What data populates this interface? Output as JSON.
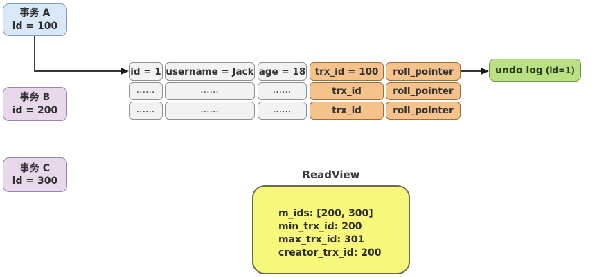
{
  "transactions": [
    {
      "name": "事务 A",
      "id": "id = 100"
    },
    {
      "name": "事务 B",
      "id": "id = 200"
    },
    {
      "name": "事务 C",
      "id": "id = 300"
    }
  ],
  "record_table": {
    "rows": [
      {
        "cells": [
          "id = 1",
          "username = Jack",
          "age = 18",
          "trx_id = 100",
          "roll_pointer"
        ]
      },
      {
        "cells": [
          "......",
          "......",
          "......",
          "trx_id",
          "roll_pointer"
        ]
      },
      {
        "cells": [
          "......",
          "......",
          "......",
          "trx_id",
          "roll_pointer"
        ]
      }
    ]
  },
  "undo_log": {
    "label": "undo log",
    "suffix": "(id=1)"
  },
  "readview": {
    "title": "ReadView",
    "fields": [
      "m_ids: [200, 300]",
      "min_trx_id: 200",
      "max_trx_id: 301",
      "creator_trx_id: 200"
    ]
  },
  "colors": {
    "transaction_a_fill": "#d9e8f8",
    "transaction_a_border": "#7e9cc0",
    "transaction_bc_fill": "#e7d8ea",
    "transaction_bc_border": "#9b7fad",
    "cell_gray_fill": "#f2f2f2",
    "cell_gray_border": "#909090",
    "cell_orange_fill": "#f6c28c",
    "cell_orange_border": "#97713d",
    "undo_log_fill": "#bae083",
    "undo_log_border": "#6f9443",
    "readview_fill": "#f7f77c",
    "readview_border": "#6b6b52",
    "arrow": "#1a1a1a"
  }
}
